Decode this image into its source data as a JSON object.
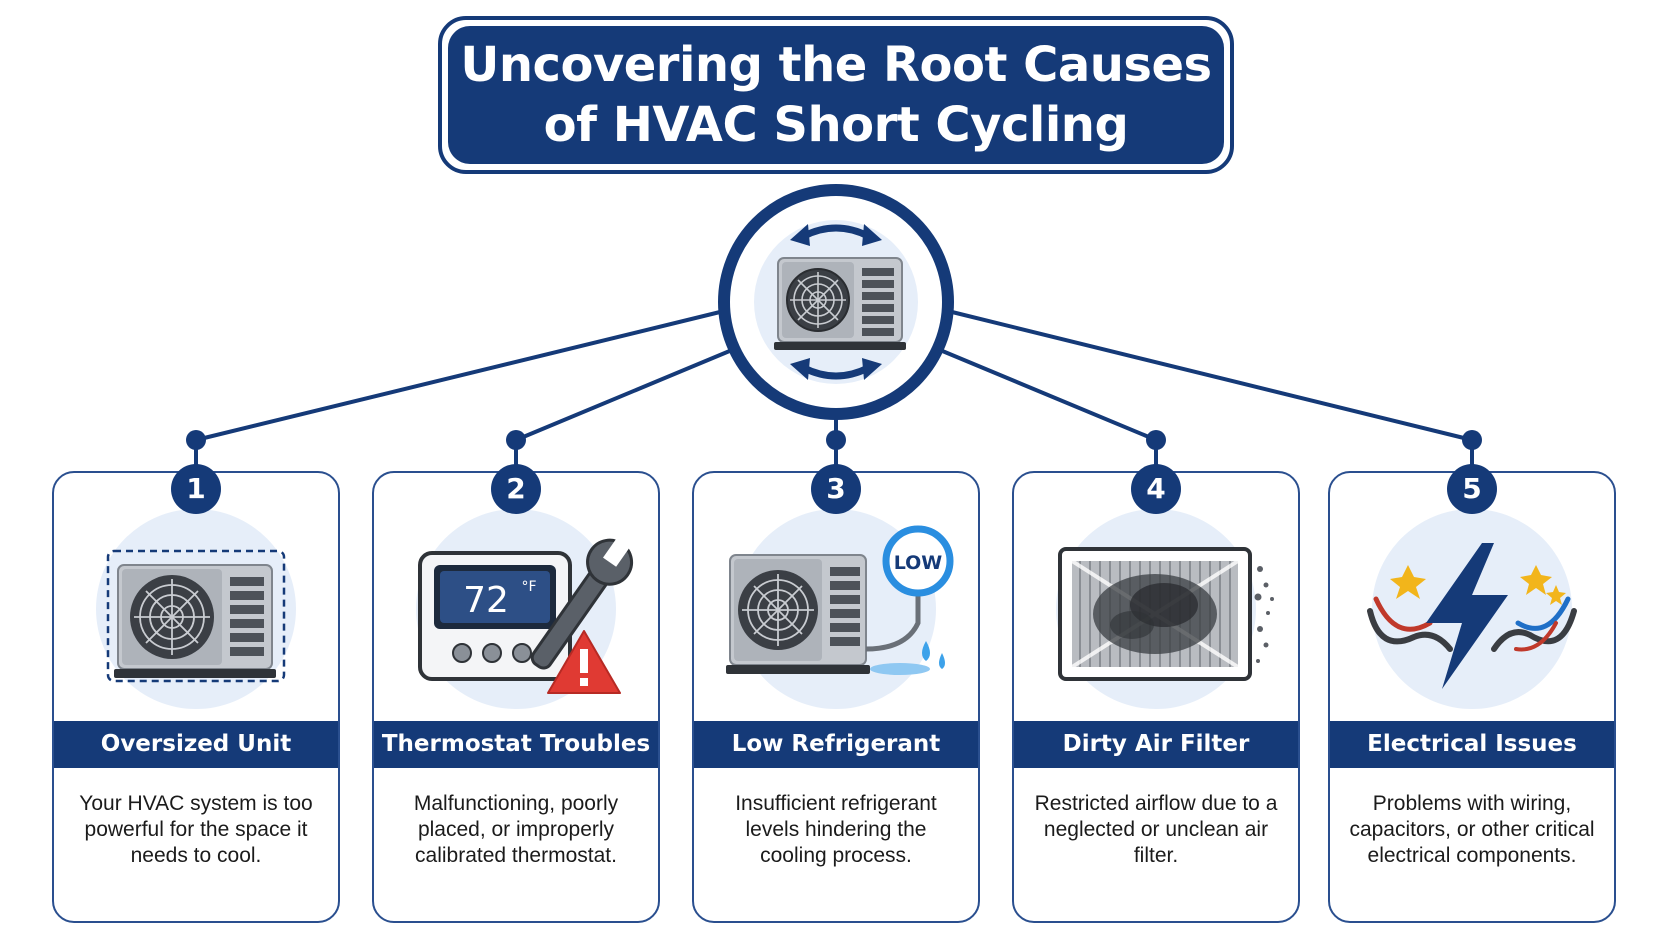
{
  "title": {
    "line1": "Uncovering the Root Causes",
    "line2": "of HVAC Short Cycling"
  },
  "colors": {
    "navy": "#153a78",
    "halo": "#e6eef9",
    "metal": "#bfc3c9",
    "warning": "#e03a33",
    "spark": "#f2b51b"
  },
  "hub": {
    "icon": "ac-unit-cycle-icon"
  },
  "causes": [
    {
      "number": "1",
      "title": "Oversized Unit",
      "description": "Your HVAC system is too powerful for the space it needs to cool.",
      "icon": "oversized-ac-unit-icon"
    },
    {
      "number": "2",
      "title": "Thermostat Troubles",
      "description": "Malfunctioning, poorly placed, or improperly calibrated thermostat.",
      "icon": "thermostat-wrench-warning-icon",
      "thermostat_reading": "72",
      "thermostat_unit": "°F"
    },
    {
      "number": "3",
      "title": "Low Refrigerant",
      "description": "Insufficient refrigerant levels hindering the cooling process.",
      "icon": "refrigerant-gauge-icon",
      "gauge_label": "LOW"
    },
    {
      "number": "4",
      "title": "Dirty Air Filter",
      "description": "Restricted airflow due to a neglected or unclean air filter.",
      "icon": "dirty-filter-icon"
    },
    {
      "number": "5",
      "title": "Electrical Issues",
      "description": "Problems with wiring, capacitors, or other critical electrical components.",
      "icon": "lightning-wires-icon"
    }
  ]
}
